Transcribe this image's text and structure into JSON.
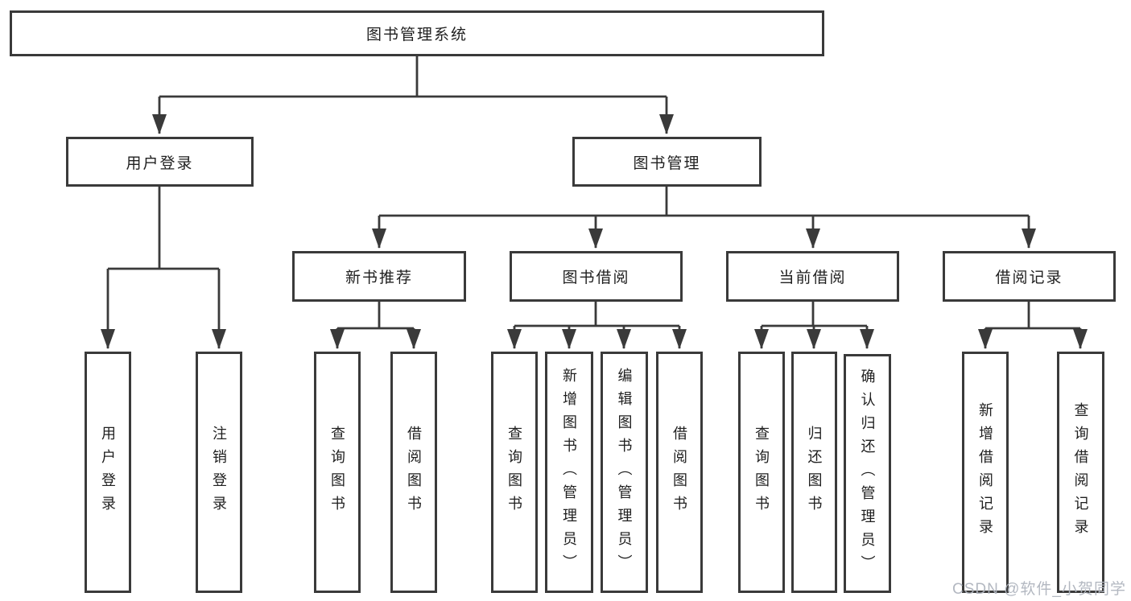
{
  "diagram": {
    "type": "hierarchy",
    "root": {
      "label": "图书管理系统"
    },
    "branches": [
      {
        "label": "用户登录",
        "children": [
          {
            "label": "用户登录"
          },
          {
            "label": "注销登录"
          }
        ]
      },
      {
        "label": "图书管理",
        "children": [
          {
            "label": "新书推荐",
            "children": [
              {
                "label": "查询图书"
              },
              {
                "label": "借阅图书"
              }
            ]
          },
          {
            "label": "图书借阅",
            "children": [
              {
                "label": "查询图书"
              },
              {
                "label": "新增图书（管理员）"
              },
              {
                "label": "编辑图书（管理员）"
              },
              {
                "label": "借阅图书"
              }
            ]
          },
          {
            "label": "当前借阅",
            "children": [
              {
                "label": "查询图书"
              },
              {
                "label": "归还图书"
              },
              {
                "label": "确认归还（管理员）"
              }
            ]
          },
          {
            "label": "借阅记录",
            "children": [
              {
                "label": "新增借阅记录"
              },
              {
                "label": "查询借阅记录"
              }
            ]
          }
        ]
      }
    ]
  },
  "watermark": {
    "text": "CSDN @软件_小贺同学",
    "color": "#afb4be"
  },
  "colors": {
    "line": "#3a3a3a",
    "box_border": "#3a3a3a",
    "box_background": "#ffffff",
    "text": "#1f1f1f",
    "page_background": "#ffffff"
  }
}
